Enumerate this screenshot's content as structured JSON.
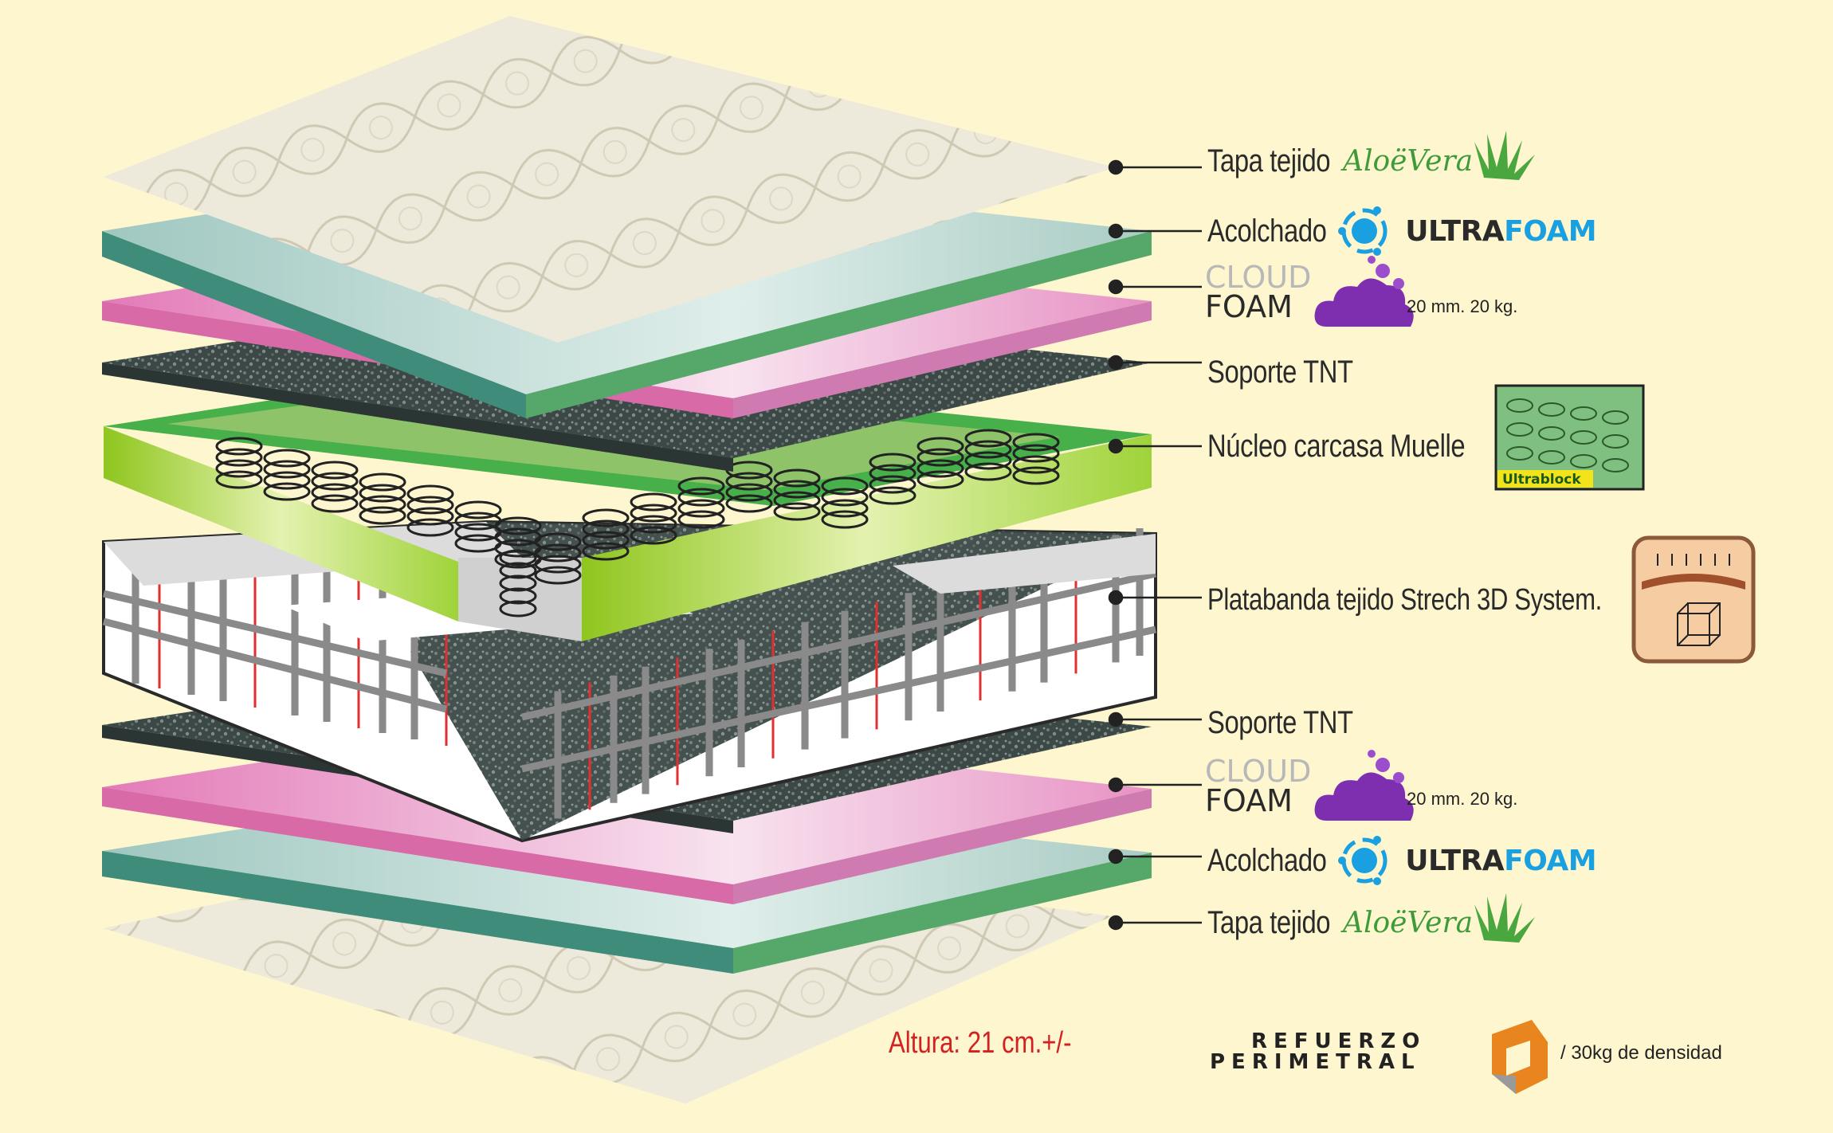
{
  "layers": {
    "tapa_top": {
      "label": "Tapa tejido",
      "brand": "AloëVera"
    },
    "acolchado_top": {
      "label": "Acolchado",
      "brand_a": "ULTRA",
      "brand_b": "FOAM"
    },
    "cloud_top": {
      "brand_a": "CLOUD",
      "brand_b": "FOAM",
      "spec": "20 mm. 20 kg."
    },
    "soporte_top": {
      "label": "Soporte TNT"
    },
    "nucleo": {
      "label": "Núcleo carcasa Muelle",
      "badge": "Ultrablock"
    },
    "platabanda": {
      "label": "Platabanda tejido Strech 3D System."
    },
    "soporte_bottom": {
      "label": "Soporte TNT"
    },
    "cloud_bottom": {
      "brand_a": "CLOUD",
      "brand_b": "FOAM",
      "spec": "20 mm. 20 kg."
    },
    "acolchado_bottom": {
      "label": "Acolchado",
      "brand_a": "ULTRA",
      "brand_b": "FOAM"
    },
    "tapa_bottom": {
      "label": "Tapa tejido",
      "brand": "AloëVera"
    }
  },
  "footer": {
    "height": "Altura: 21 cm.+/-",
    "reinforcement_line1": "REFUERZO",
    "reinforcement_line2": "PERIMETRAL",
    "density": "/ 30kg de densidad"
  },
  "colors": {
    "background": "#fdf6cf",
    "quilt": "#ece8d8",
    "green_foam": "#4ea36e",
    "pink_foam": "#e58ac0",
    "tnt": "#3c4a48",
    "core_green": "#9fd33a",
    "stripe_gray": "#8a8a8a",
    "stripe_red": "#e03030",
    "aloe_green": "#3f9a3a",
    "ultrafoam_blue": "#1aa0e0",
    "cloud_purple": "#8a3dbb",
    "height_red": "#d42020"
  }
}
